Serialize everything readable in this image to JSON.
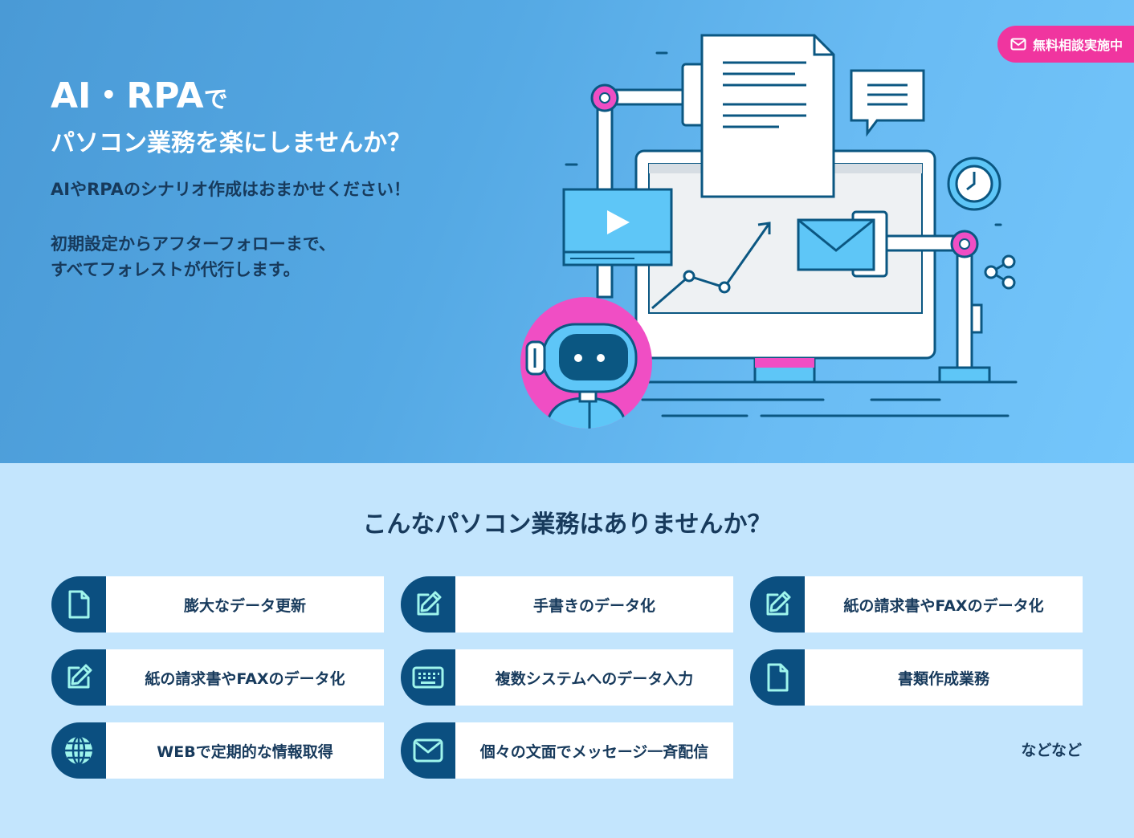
{
  "hero": {
    "title_line1_main": "AI・RPA",
    "title_line1_suffix": "で",
    "title_line2": "パソコン業務を楽にしませんか？",
    "lead": "AIやRPAのシナリオ作成はおまかせください！",
    "body_line1": "初期設定からアフターフォローまで、",
    "body_line2": "すべてフォレストが代行します。"
  },
  "consult_button": {
    "label": "無料相談実施中",
    "icon": "envelope-icon"
  },
  "problems": {
    "heading": "こんなパソコン業務はありませんか？",
    "items": [
      {
        "label": "膨大なデータ更新",
        "icon": "document-icon"
      },
      {
        "label": "手書きのデータ化",
        "icon": "edit-icon"
      },
      {
        "label": "紙の請求書やFAXのデータ化",
        "icon": "edit-icon"
      },
      {
        "label": "紙の請求書やFAXのデータ化",
        "icon": "edit-icon"
      },
      {
        "label": "複数システムへのデータ入力",
        "icon": "keyboard-icon"
      },
      {
        "label": "書類作成業務",
        "icon": "document-icon"
      },
      {
        "label": "WEBで定期的な情報取得",
        "icon": "globe-icon"
      },
      {
        "label": "個々の文面でメッセージ一斉配信",
        "icon": "envelope-icon"
      }
    ],
    "etc_label": "などなど"
  },
  "colors": {
    "accent_pink": "#f0359f",
    "navy": "#0b4f80",
    "text_dark": "#173a5c",
    "section_bg": "#c3e5fd",
    "icon_mint": "#9ff5ec"
  }
}
